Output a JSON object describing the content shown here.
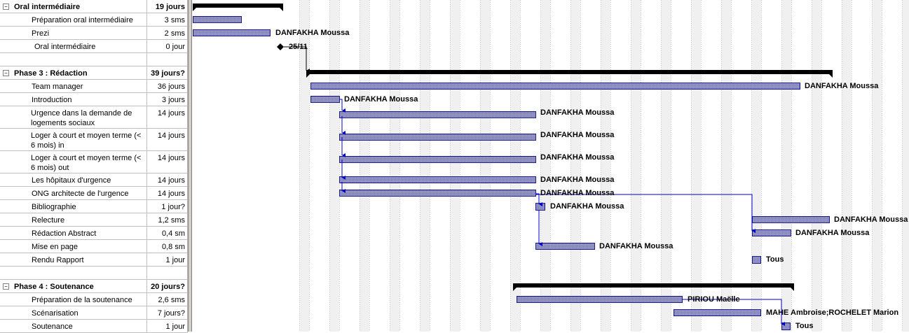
{
  "tasks": [
    {
      "name": "Oral intermédiaire",
      "duration": "19 jours",
      "summary": true,
      "collapse_glyph": "−"
    },
    {
      "name": "Préparation oral intermédiaire",
      "duration": "3 sms",
      "summary": false
    },
    {
      "name": "Prezi",
      "duration": "2 sms",
      "summary": false,
      "resource": "DANFAKHA Moussa"
    },
    {
      "name": "Oral intermédiaire",
      "duration": "0 jour",
      "summary": false,
      "milestone_label": "25/11"
    },
    {
      "name": "",
      "duration": "",
      "summary": false
    },
    {
      "name": "Phase 3 : Rédaction",
      "duration": "39 jours?",
      "summary": true,
      "collapse_glyph": "−"
    },
    {
      "name": "Team manager",
      "duration": "36 jours",
      "summary": false,
      "resource": "DANFAKHA Moussa"
    },
    {
      "name": "Introduction",
      "duration": "3 jours",
      "summary": false,
      "resource": "DANFAKHA Moussa"
    },
    {
      "name": "Urgence dans la demande de logements sociaux",
      "duration": "14 jours",
      "summary": false,
      "resource": "DANFAKHA Moussa"
    },
    {
      "name": "Loger à court et moyen terme (< 6 mois) in",
      "duration": "14 jours",
      "summary": false,
      "resource": "DANFAKHA Moussa"
    },
    {
      "name": "Loger à court et moyen terme (< 6 mois) out",
      "duration": "14 jours",
      "summary": false,
      "resource": "DANFAKHA Moussa"
    },
    {
      "name": "Les hôpitaux d'urgence",
      "duration": "14 jours",
      "summary": false,
      "resource": "DANFAKHA Moussa"
    },
    {
      "name": "ONG architecte de l'urgence",
      "duration": "14 jours",
      "summary": false,
      "resource": "DANFAKHA Moussa"
    },
    {
      "name": "Bibliographie",
      "duration": "1 jour?",
      "summary": false,
      "resource": "DANFAKHA Moussa"
    },
    {
      "name": "Relecture",
      "duration": "1,2 sms",
      "summary": false,
      "resource": "DANFAKHA Moussa"
    },
    {
      "name": "Rédaction Abstract",
      "duration": "0,4 sm",
      "summary": false,
      "resource": "DANFAKHA Moussa"
    },
    {
      "name": "Mise en page",
      "duration": "0,8 sm",
      "summary": false,
      "resource": "DANFAKHA Moussa"
    },
    {
      "name": "Rendu Rapport",
      "duration": "1 jour",
      "summary": false,
      "resource": "Tous"
    },
    {
      "name": "",
      "duration": "",
      "summary": false
    },
    {
      "name": "Phase 4 : Soutenance",
      "duration": "20 jours?",
      "summary": true,
      "collapse_glyph": "−"
    },
    {
      "name": "Préparation de la soutenance",
      "duration": "2,6 sms",
      "summary": false,
      "resource": "PIRIOU Maëlle"
    },
    {
      "name": "Scénarisation",
      "duration": "7 jours?",
      "summary": false,
      "resource": "MAHE Ambroise;ROCHELET Marion"
    },
    {
      "name": "Soutenance",
      "duration": "1 jour",
      "summary": false,
      "resource": "Tous"
    }
  ],
  "colors": {
    "bar_fill": "#9a9ac8",
    "bar_border": "#1a1a8c",
    "summary_bar": "#000000",
    "link_arrow": "#0000cc",
    "grid_line": "#c8c8c8",
    "splitter": "#d4d0c8"
  }
}
